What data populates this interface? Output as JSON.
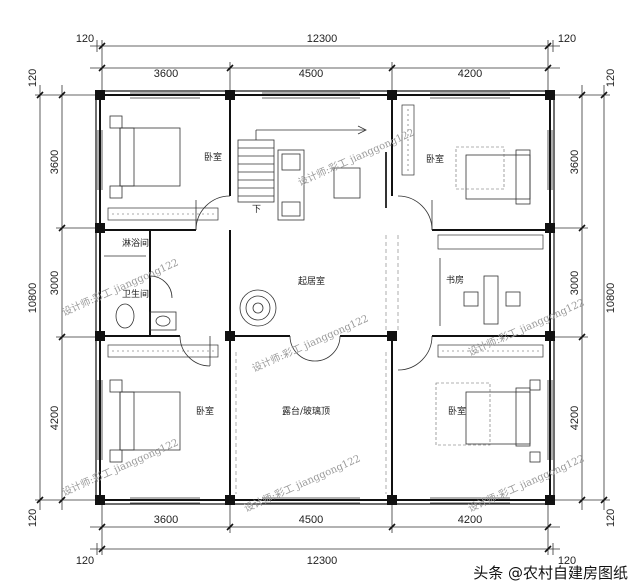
{
  "dimensions": {
    "top_overall": "12300",
    "top_offset_left": "120",
    "top_offset_right": "120",
    "top_segments": [
      "3600",
      "4500",
      "4200"
    ],
    "bottom_segments": [
      "3600",
      "4500",
      "4200"
    ],
    "bottom_overall": "12300",
    "bottom_offset_left": "120",
    "bottom_offset_right": "120",
    "left_offset_top": "120",
    "left_segments": [
      "3600",
      "3000",
      "4200"
    ],
    "left_overall": "10800",
    "left_offset_bottom": "120",
    "right_offset_top": "120",
    "right_segments": [
      "3600",
      "3000",
      "4200"
    ],
    "right_overall": "10800",
    "right_offset_bottom": "120"
  },
  "rooms": {
    "bedroom_tl": "卧室",
    "bedroom_tr": "卧室",
    "bedroom_bl": "卧室",
    "bedroom_br": "卧室",
    "shower": "淋浴间",
    "toilet": "卫生间",
    "living": "起居室",
    "study": "书房",
    "terrace": "露台/玻璃顶",
    "stair_down": "下"
  },
  "watermarks": {
    "wm1": "设计师:彩工 jianggong122",
    "wm2": "设计师:彩工 jianggong122",
    "wm3": "设计师:彩工 jianggong122",
    "wm4": "设计师:彩工 jianggong122",
    "wm5": "设计师:彩工 jianggong122",
    "wm6": "设计师:彩工 jianggong122",
    "wm7": "设计师:彩工 jianggong122"
  },
  "credit": "头条 @农村自建房图纸"
}
